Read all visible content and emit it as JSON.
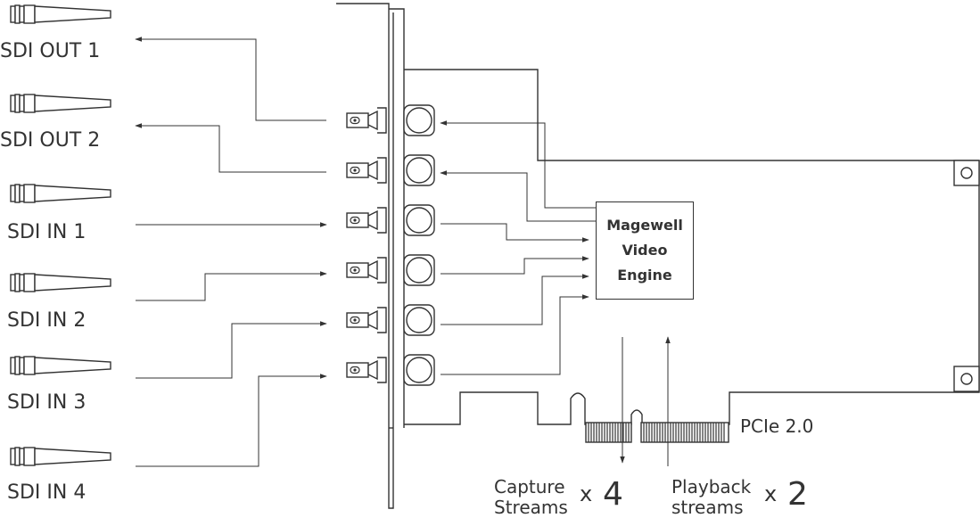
{
  "ports": [
    {
      "label": "SDI OUT 1"
    },
    {
      "label": "SDI OUT 2"
    },
    {
      "label": "SDI IN 1"
    },
    {
      "label": "SDI IN 2"
    },
    {
      "label": "SDI IN 3"
    },
    {
      "label": "SDI IN 4"
    }
  ],
  "engine": {
    "line1": "Magewell",
    "line2": "Video",
    "line3": "Engine"
  },
  "bus": {
    "label": "PCIe 2.0"
  },
  "capture": {
    "line1": "Capture",
    "line2": "Streams",
    "mult": "x",
    "count": "4"
  },
  "playback": {
    "line1": "Playback",
    "line2": "streams",
    "mult": "x",
    "count": "2"
  }
}
